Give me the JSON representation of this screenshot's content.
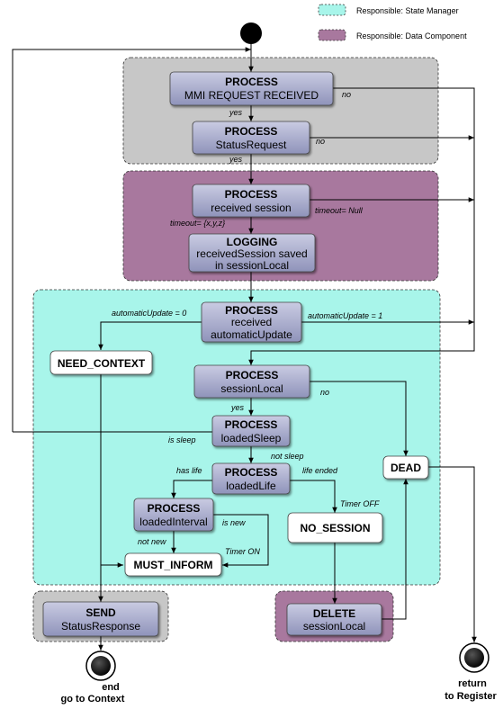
{
  "legend": {
    "state_manager": {
      "label": "Responsible: State Manager",
      "color": "#a8f5ea"
    },
    "data_component": {
      "label": "Responsible: Data Component",
      "color": "#a8789e"
    }
  },
  "regions": {
    "request_color": "#c7c7c7",
    "session_color": "#a8789e",
    "state_color": "#a8f5ea",
    "send_color": "#c7c7c7",
    "delete_color": "#a8789e"
  },
  "nodes": {
    "mmi_request": {
      "title": "PROCESS",
      "subtitle": "MMI REQUEST RECEIVED"
    },
    "status_request": {
      "title": "PROCESS",
      "subtitle": "StatusRequest"
    },
    "received_session": {
      "title": "PROCESS",
      "subtitle": "received session"
    },
    "logging": {
      "title": "LOGGING",
      "line1": "receivedSession saved",
      "line2": "in sessionLocal"
    },
    "received_auto_update": {
      "title": "PROCESS",
      "line1": "received",
      "line2": "automaticUpdate"
    },
    "need_context": {
      "label": "NEED_CONTEXT"
    },
    "session_local": {
      "title": "PROCESS",
      "subtitle": "sessionLocal"
    },
    "loaded_sleep": {
      "title": "PROCESS",
      "subtitle": "loadedSleep"
    },
    "loaded_life": {
      "title": "PROCESS",
      "subtitle": "loadedLife"
    },
    "dead": {
      "label": "DEAD"
    },
    "loaded_interval": {
      "title": "PROCESS",
      "subtitle": "loadedInterval"
    },
    "no_session": {
      "label": "NO_SESSION"
    },
    "must_inform": {
      "label": "MUST_INFORM"
    },
    "send": {
      "title": "SEND",
      "subtitle": "StatusResponse"
    },
    "delete": {
      "title": "DELETE",
      "subtitle": "sessionLocal"
    }
  },
  "edge_labels": {
    "mmi_no": "no",
    "mmi_yes": "yes",
    "status_no": "no",
    "status_yes": "yes",
    "timeout_xyz": "timeout= {x,y,z}",
    "timeout_null": "timeout= Null",
    "auto_update_0": "automaticUpdate = 0",
    "auto_update_1": "automaticUpdate = 1",
    "session_no": "no",
    "session_yes": "yes",
    "is_sleep": "is sleep",
    "not_sleep": "not sleep",
    "has_life": "has life",
    "life_ended": "life ended",
    "timer_off": "Timer OFF",
    "is_new": "is new",
    "not_new": "not new",
    "timer_on": "Timer ON"
  },
  "terminals": {
    "end_line1": "end",
    "end_line2": "go to Context",
    "return_line1": "return",
    "return_line2": "to Register"
  }
}
